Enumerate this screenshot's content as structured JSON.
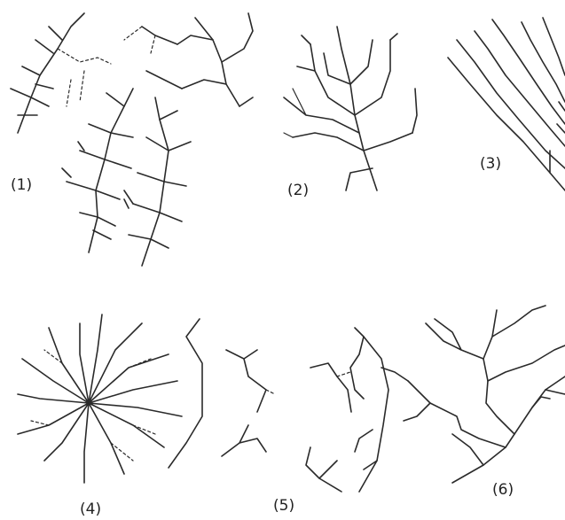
{
  "labels": {
    "p1": "(1)",
    "p2": "(2)",
    "p3": "(3)",
    "p4": "(4)",
    "p5": "(5)",
    "p6": "(6)"
  }
}
